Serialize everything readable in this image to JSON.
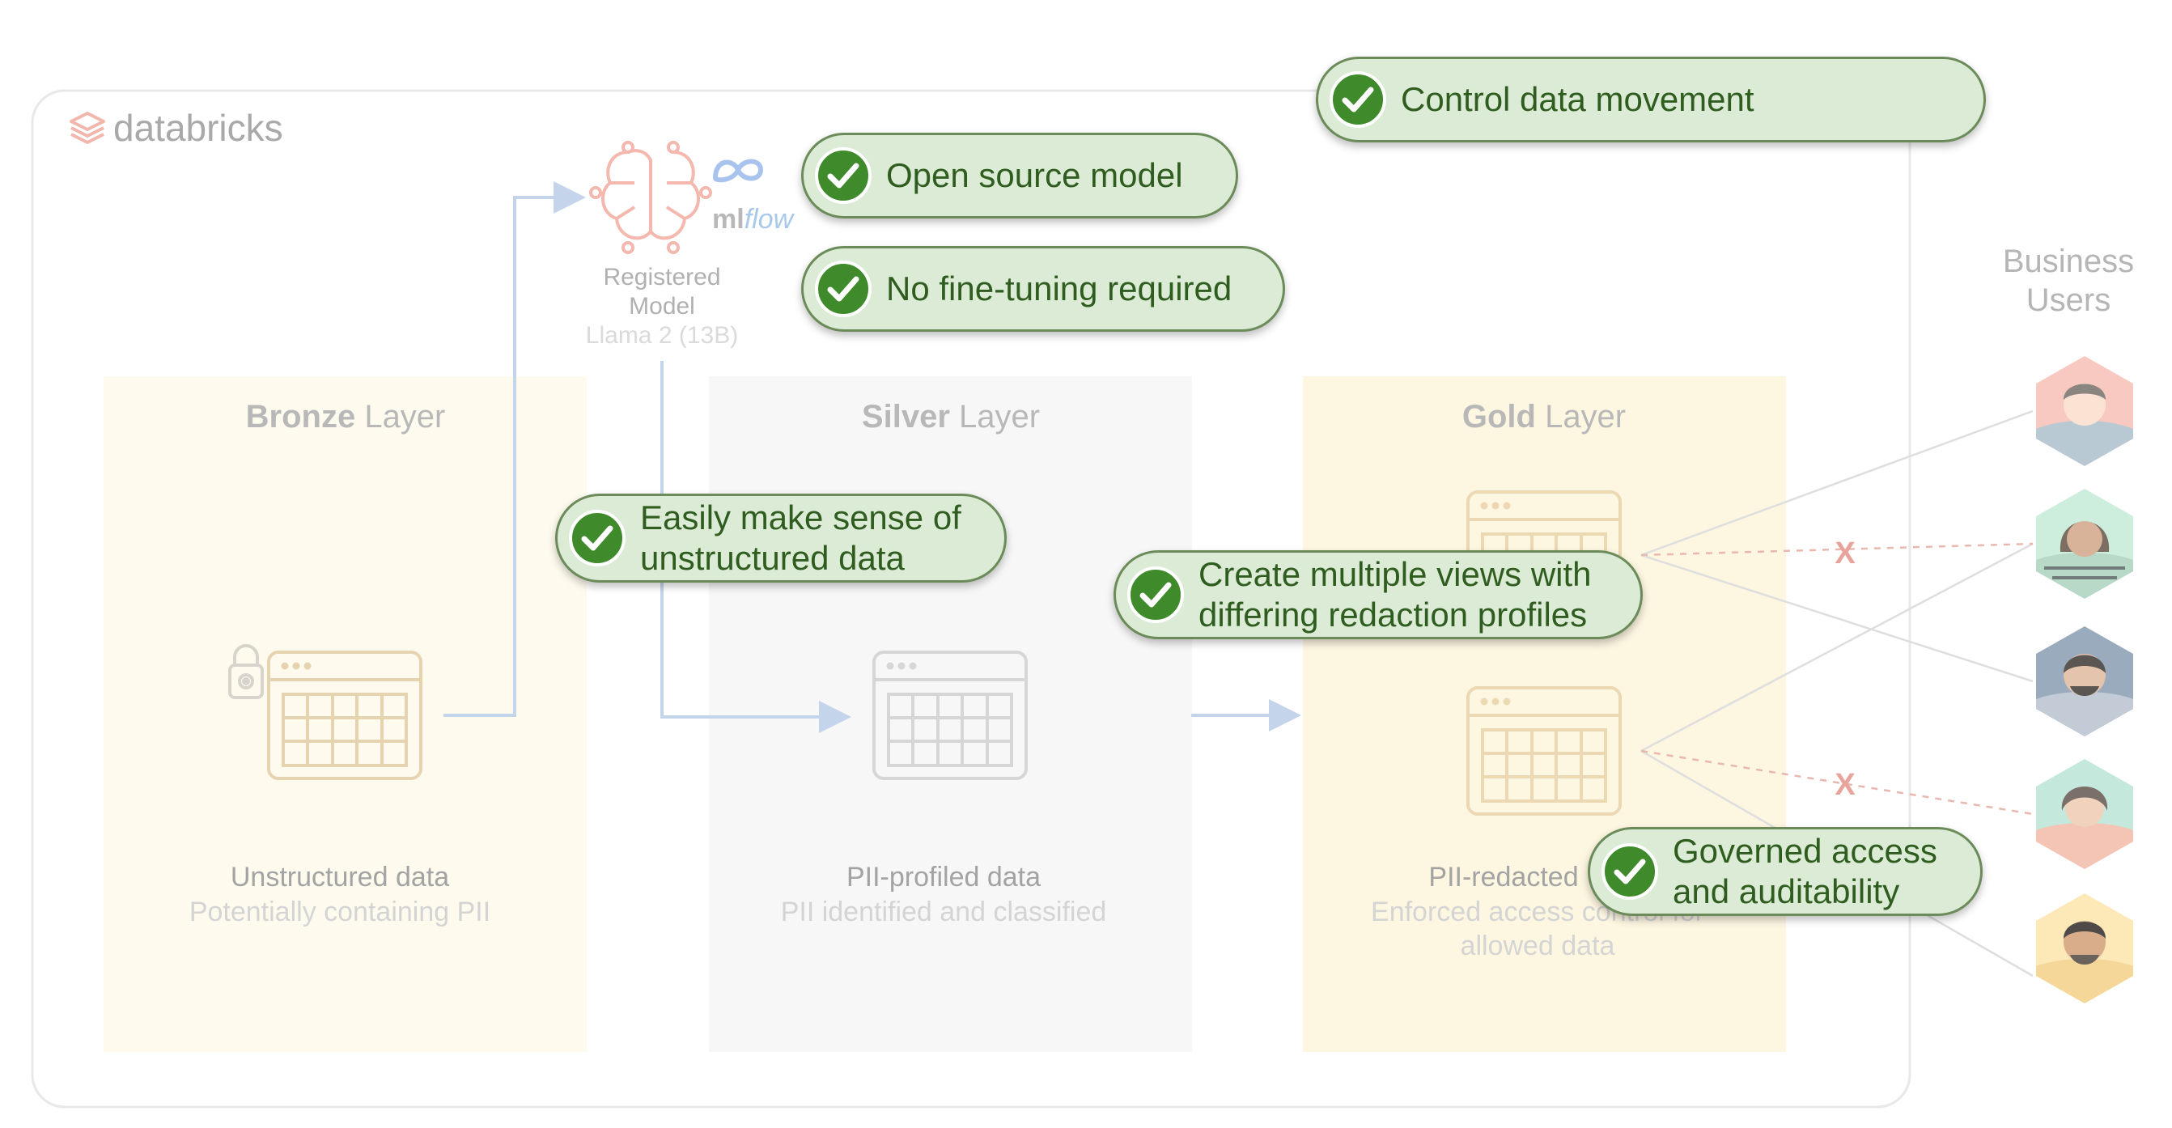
{
  "brand": {
    "name": "databricks"
  },
  "model": {
    "line1": "Registered",
    "line2": "Model",
    "line3": "Llama 2 (13B)",
    "mlflow_ml": "ml",
    "mlflow_flow": "flow"
  },
  "layers": [
    {
      "strong": "Bronze",
      "rest": " Layer",
      "caption": "Unstructured data",
      "sub1": "Potentially containing PII",
      "sub2": ""
    },
    {
      "strong": "Silver",
      "rest": " Layer",
      "caption": "PII-profiled data",
      "sub1": "PII identified and classified",
      "sub2": ""
    },
    {
      "strong": "Gold",
      "rest": " Layer",
      "caption": "PII-redacted",
      "sub1": "Enforced access control for",
      "sub2": "allowed data"
    }
  ],
  "business_users": {
    "line1": "Business",
    "line2": "Users"
  },
  "denied_mark": "X",
  "callouts": {
    "control": "Control data movement",
    "open_source": "Open source model",
    "no_finetune": "No fine-tuning required",
    "sense": "Easily make sense of\nunstructured data",
    "views": "Create multiple views with\ndiffering redaction profiles",
    "governed": "Governed access\nand auditability"
  },
  "colors": {
    "callout_bg": "#dcebd5",
    "callout_border": "#6b8c5a",
    "callout_text": "#2f5d1f",
    "check": "#3f8a2b",
    "bronze_bg": "#fefbee",
    "silver_bg": "#f7f7f7",
    "gold_bg": "#fdf6e1",
    "arrow": "#c4d4ea",
    "deny": "#e8a39a"
  }
}
